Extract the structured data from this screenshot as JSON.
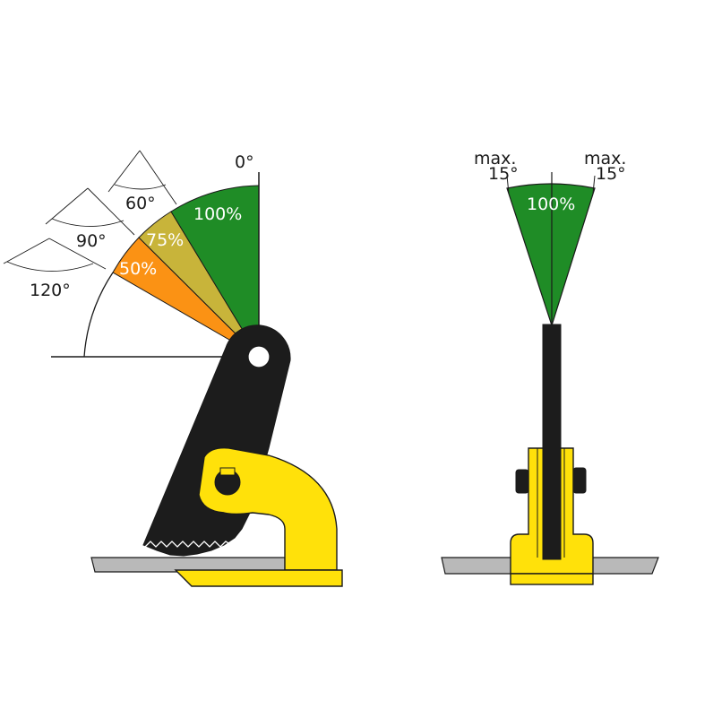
{
  "side_view": {
    "angle_zero": "0°",
    "zones": [
      {
        "label": "100%",
        "color": "#1f8c26"
      },
      {
        "label": "75%",
        "color": "#c8b43a"
      },
      {
        "label": "50%",
        "color": "#fb9214"
      }
    ],
    "angles": [
      {
        "label": "60°"
      },
      {
        "label": "90°"
      },
      {
        "label": "120°"
      }
    ]
  },
  "front_view": {
    "left_max": "max.",
    "left_deg": "15°",
    "right_max": "max.",
    "right_deg": "15°",
    "zone_label": "100%",
    "zone_color": "#1f8c26"
  },
  "colors": {
    "clamp_yellow": "#ffe10a",
    "jaw_black": "#1c1c1c",
    "plate_grey": "#b9b9b9"
  }
}
